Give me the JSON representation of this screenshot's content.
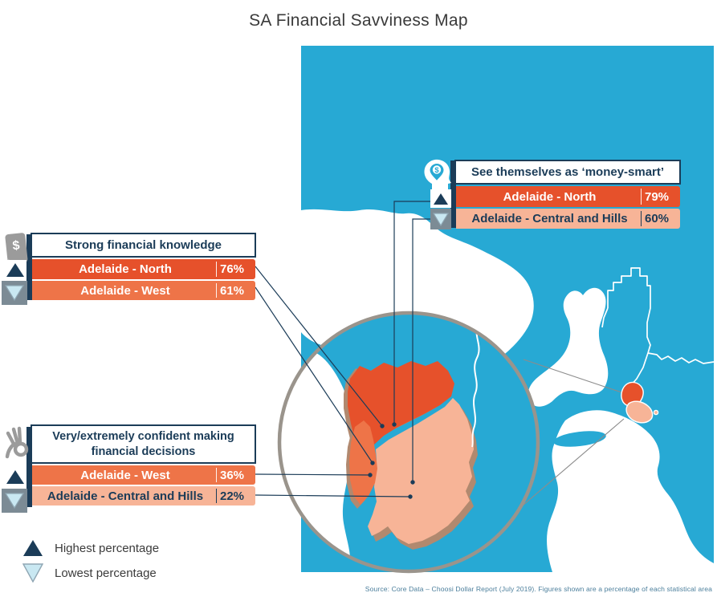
{
  "title": "SA Financial Savviness Map",
  "callouts": [
    {
      "id": "money_smart",
      "icon": "head-money-pin-icon",
      "title": "See themselves as ‘money-smart’",
      "rows": [
        {
          "area": "Adelaide - North",
          "value": "79%",
          "rank": "highest"
        },
        {
          "area": "Adelaide - Central and Hills",
          "value": "60%",
          "rank": "lowest"
        }
      ]
    },
    {
      "id": "financial_knowledge",
      "icon": "dollar-note-icon",
      "title": "Strong financial knowledge",
      "rows": [
        {
          "area": "Adelaide - North",
          "value": "76%",
          "rank": "highest"
        },
        {
          "area": "Adelaide - West",
          "value": "61%",
          "rank": "lowest"
        }
      ]
    },
    {
      "id": "confident_decisions",
      "icon": "ok-hand-icon",
      "title": "Very/extremely confident making financial decisions",
      "rows": [
        {
          "area": "Adelaide - West",
          "value": "36%",
          "rank": "highest"
        },
        {
          "area": "Adelaide - Central and Hills",
          "value": "22%",
          "rank": "lowest"
        }
      ]
    }
  ],
  "legend": [
    {
      "symbol": "up-triangle",
      "label": "Highest percentage"
    },
    {
      "symbol": "down-triangle",
      "label": "Lowest percentage"
    }
  ],
  "source": "Source: Core Data – Choosi Dollar Report (July 2019). Figures shown are a percentage of each statistical area",
  "map": {
    "highlighted_regions": [
      "Adelaide - North",
      "Adelaide - West",
      "Adelaide - Central and Hills"
    ]
  },
  "chart_data": {
    "type": "table",
    "title": "SA Financial Savviness Map",
    "rows": [
      {
        "metric": "See themselves as ‘money-smart’",
        "area": "Adelaide - North",
        "value_pct": 79
      },
      {
        "metric": "See themselves as ‘money-smart’",
        "area": "Adelaide - Central and Hills",
        "value_pct": 60
      },
      {
        "metric": "Strong financial knowledge",
        "area": "Adelaide - North",
        "value_pct": 76
      },
      {
        "metric": "Strong financial knowledge",
        "area": "Adelaide - West",
        "value_pct": 61
      },
      {
        "metric": "Very/extremely confident making financial decisions",
        "area": "Adelaide - West",
        "value_pct": 36
      },
      {
        "metric": "Very/extremely confident making financial decisions",
        "area": "Adelaide - Central and Hills",
        "value_pct": 22
      }
    ]
  },
  "colors": {
    "sea": "#27a9d4",
    "north_orange": "#e6512b",
    "west_orange": "#ee7448",
    "peach": "#f7b497",
    "navy": "#1b3c58",
    "shadow_brown": "#b1896f",
    "ring_grey": "#9a948c",
    "tab_grey": "#7c8b95",
    "light_triangle": "#c9e8f2",
    "source_text": "#4c7f9c"
  }
}
